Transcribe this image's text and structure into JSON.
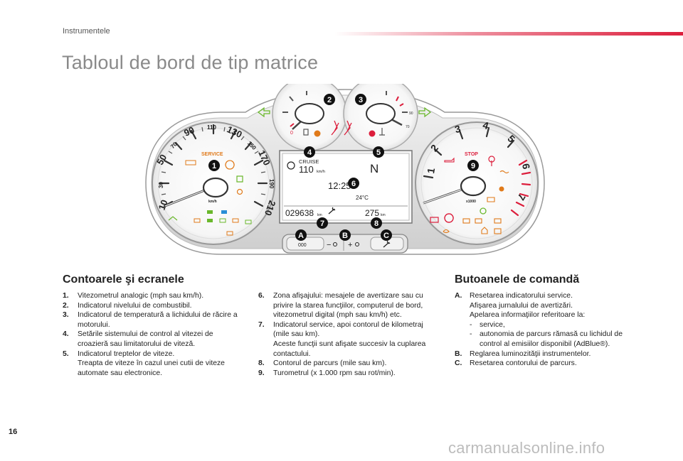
{
  "header": {
    "section": "Instrumentele",
    "title": "Tabloul de bord de tip matrice"
  },
  "dashboard": {
    "callouts": {
      "c1": "1",
      "c2": "2",
      "c3": "3",
      "c4": "4",
      "c5": "5",
      "c6": "6",
      "c7": "7",
      "c8": "8",
      "c9": "9",
      "cA": "A",
      "cB": "B",
      "cC": "C"
    },
    "speedo": {
      "ticks": [
        "10",
        "30",
        "50",
        "70",
        "90",
        "110",
        "130",
        "150",
        "170",
        "190",
        "210"
      ],
      "service": "SERVICE",
      "unit": "km/h"
    },
    "tacho": {
      "ticks": [
        "1",
        "2",
        "3",
        "4",
        "5",
        "6",
        "7"
      ],
      "stop": "STOP",
      "unit": "x1000"
    },
    "display": {
      "cruise": "CRUISE",
      "speed": "110",
      "speed_unit": "km/h",
      "gear": "N",
      "time": "12:25",
      "temp": "24°C",
      "odometer": "029638",
      "odometer_unit": "km",
      "range": "275",
      "range_unit": "km"
    },
    "gauges": {
      "fuel_low": "0",
      "temp_max": "90",
      "temp_min": "70"
    },
    "buttons": {
      "a_label": "000",
      "b_minus": "−",
      "b_plus": "+"
    },
    "colors": {
      "accent": "#dc1e3c",
      "warning": "#e07a1a",
      "indicator_green": "#6ab82c",
      "indicator_blue": "#2a8fd6"
    }
  },
  "left_section": {
    "title": "Contoarele şi ecranele",
    "items": [
      {
        "n": "1.",
        "text": "Vitezometrul analogic (mph sau km/h)."
      },
      {
        "n": "2.",
        "text": "Indicatorul nivelului de combustibil."
      },
      {
        "n": "3.",
        "text": "Indicatorul de temperatură a lichidului de răcire a motorului."
      },
      {
        "n": "4.",
        "text": "Setările sistemului de control al vitezei de croazieră sau limitatorului de viteză."
      },
      {
        "n": "5.",
        "text": "Indicatorul treptelor de viteze.",
        "text2": "Treapta de viteze în cazul unei cutii de viteze automate sau electronice."
      }
    ]
  },
  "middle_section": {
    "items": [
      {
        "n": "6.",
        "text": "Zona afişajului: mesajele de avertizare sau cu privire la starea funcţiilor, computerul de bord, vitezometrul digital (mph sau km/h) etc."
      },
      {
        "n": "7.",
        "text": "Indicatorul service, apoi contorul de kilometraj (mile sau km).",
        "text2": "Aceste funcţii sunt afişate succesiv la cuplarea contactului."
      },
      {
        "n": "8.",
        "text": "Contorul de parcurs (mile sau km)."
      },
      {
        "n": "9.",
        "text": "Turometrul (x 1.000 rpm sau rot/min)."
      }
    ]
  },
  "right_section": {
    "title": "Butoanele de comandă",
    "items": [
      {
        "n": "A.",
        "text": "Resetarea indicatorului service.",
        "text2": "Afişarea jurnalului de avertizări.",
        "text3": "Apelarea informaţiilor referitoare la:",
        "sub": [
          {
            "d": "-",
            "text": "service,"
          },
          {
            "d": "-",
            "text": "autonomia de parcurs rămasă cu lichidul de control al emisiilor disponibil (AdBlue®)."
          }
        ]
      },
      {
        "n": "B.",
        "text": "Reglarea luminozităţii instrumentelor."
      },
      {
        "n": "C.",
        "text": "Resetarea contorului de parcurs."
      }
    ]
  },
  "footer": {
    "page_number": "16",
    "watermark": "carmanualsonline.info"
  }
}
